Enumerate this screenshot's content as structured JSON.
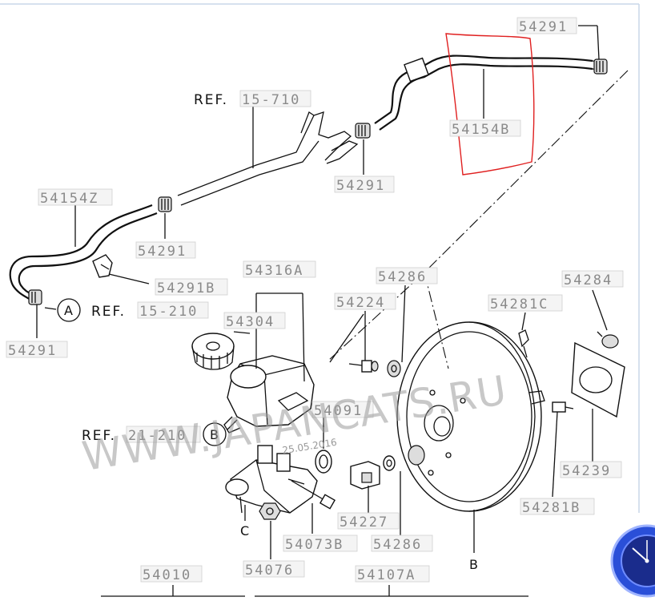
{
  "parts": {
    "p_54291_top": "54291",
    "p_54154B": "54154B",
    "ref_15_710_word": "REF.",
    "ref_15_710_num": "15-710",
    "p_54291_mid": "54291",
    "p_54154Z": "54154Z",
    "p_54291_left": "54291",
    "p_54291B": "54291B",
    "circle_A": "A",
    "ref_15_210_word": "REF.",
    "ref_15_210_num": "15-210",
    "p_54291_bottom": "54291",
    "p_54316A": "54316A",
    "p_54304": "54304",
    "p_54286_top": "54286",
    "p_54224": "54224",
    "p_54284": "54284",
    "p_54281C": "54281C",
    "p_54091": "54091",
    "ref_21_210_word": "REF.",
    "ref_21_210_num": "21-210",
    "circle_B": "B",
    "p_54239": "54239",
    "p_54281B": "54281B",
    "p_54227": "54227",
    "label_C": "C",
    "p_54073B": "54073B",
    "p_54286_bottom": "54286",
    "label_B": "B",
    "p_54076": "54076",
    "p_54010": "54010",
    "p_54107A": "54107A"
  },
  "watermark": "WWW.JAPANCATS.RU",
  "date_stamp": "25.05.2016",
  "colors": {
    "highlight": "#e02020",
    "part_text": "#8a8a8a",
    "line": "#111111",
    "clock_blue": "#2a4fd8"
  }
}
